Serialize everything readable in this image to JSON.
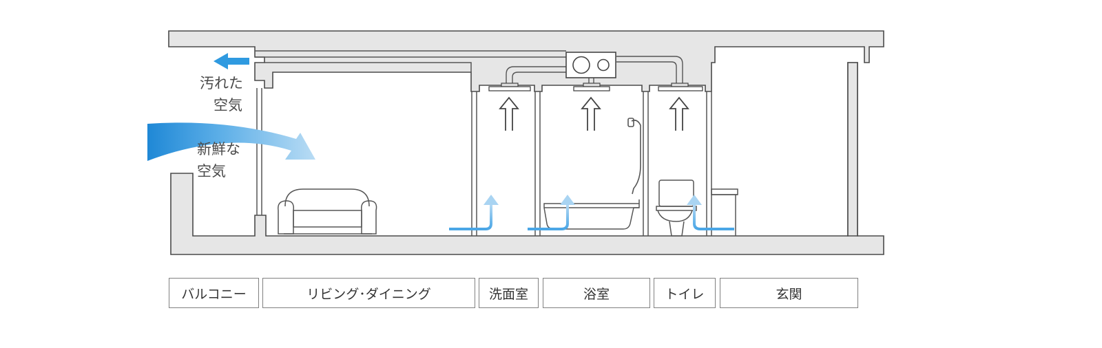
{
  "annotations": {
    "dirty_air": [
      "汚れた",
      "空気"
    ],
    "fresh_air": [
      "新鮮な",
      "空気"
    ]
  },
  "rooms": [
    {
      "label": "バルコニー"
    },
    {
      "label": "リビング･ダイニング"
    },
    {
      "label": "洗面室"
    },
    {
      "label": "浴室"
    },
    {
      "label": "トイレ"
    },
    {
      "label": "玄関"
    }
  ],
  "colors": {
    "wall_fill": "#e6e6e6",
    "line": "#555555",
    "arrow_blue": "#2f9ae0",
    "arrow_light_blue": "#a9d4f2"
  },
  "icons": {
    "fan": "ventilation-fan-unit",
    "sofa": "sofa",
    "bathtub": "bathtub",
    "shower": "shower",
    "toilet": "toilet",
    "exhaust": "exhaust-arrow-up"
  }
}
